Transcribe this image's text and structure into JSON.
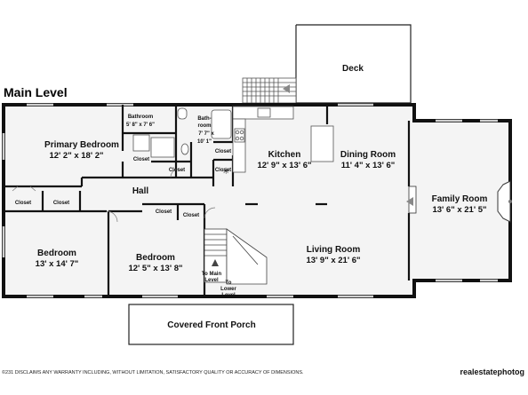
{
  "level_title": "Main Level",
  "disclaimer": "©231 DISCLAIMS ANY WARRANTY INCLUDING, WITHOUT LIMITATION, SATISFACTORY QUALITY OR ACCURACY OF DIMENSIONS.",
  "brand": "realestatephotog",
  "rooms": {
    "deck": {
      "name": "Deck"
    },
    "primary_bedroom": {
      "name": "Primary Bedroom",
      "dim": "12' 2\" x 18' 2\""
    },
    "bathroom_1": {
      "name": "Bathroom",
      "dim": "5' 8\" x 7' 6\""
    },
    "bathroom_2": {
      "name_a": "Bath-",
      "name_b": "room",
      "dim_a": "7' 7\" x",
      "dim_b": "10' 1\""
    },
    "kitchen": {
      "name": "Kitchen",
      "dim": "12' 9\" x 13' 6\""
    },
    "dining_room": {
      "name": "Dining Room",
      "dim": "11' 4\" x 13' 6\""
    },
    "family_room": {
      "name": "Family Room",
      "dim": "13' 6\" x 21' 5\""
    },
    "hall": {
      "name": "Hall"
    },
    "bedroom_1": {
      "name": "Bedroom",
      "dim": "13' x 14' 7\""
    },
    "bedroom_2": {
      "name": "Bedroom",
      "dim": "12' 5\" x 13' 8\""
    },
    "living_room": {
      "name": "Living Room",
      "dim": "13' 9\" x 21' 6\""
    },
    "porch": {
      "name": "Covered Front Porch"
    }
  },
  "closet_label": "Closet",
  "stairs": {
    "to_main": {
      "line1": "To Main",
      "line2": "Level"
    },
    "to_lower": {
      "line1": "To",
      "line2": "Lower",
      "line3": "Level"
    }
  }
}
